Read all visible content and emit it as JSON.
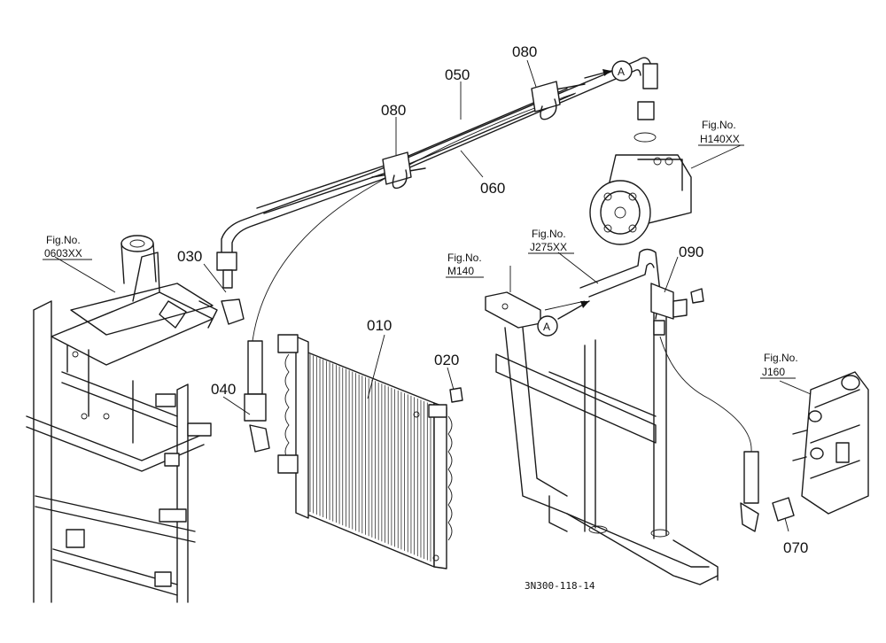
{
  "parts": [
    "010",
    "020",
    "030",
    "040",
    "050",
    "060",
    "070",
    "080",
    "080",
    "090"
  ],
  "figure_refs": [
    {
      "line1": "Fig.No.",
      "line2": "0603XX"
    },
    {
      "line1": "Fig.No.",
      "line2": "H140XX"
    },
    {
      "line1": "Fig.No.",
      "line2": "M140"
    },
    {
      "line1": "Fig.No.",
      "line2": "J275XX"
    },
    {
      "line1": "Fig.No.",
      "line2": "J160"
    }
  ],
  "connection_markers": [
    "A",
    "A"
  ],
  "drawing_code": "3N300-118-14"
}
